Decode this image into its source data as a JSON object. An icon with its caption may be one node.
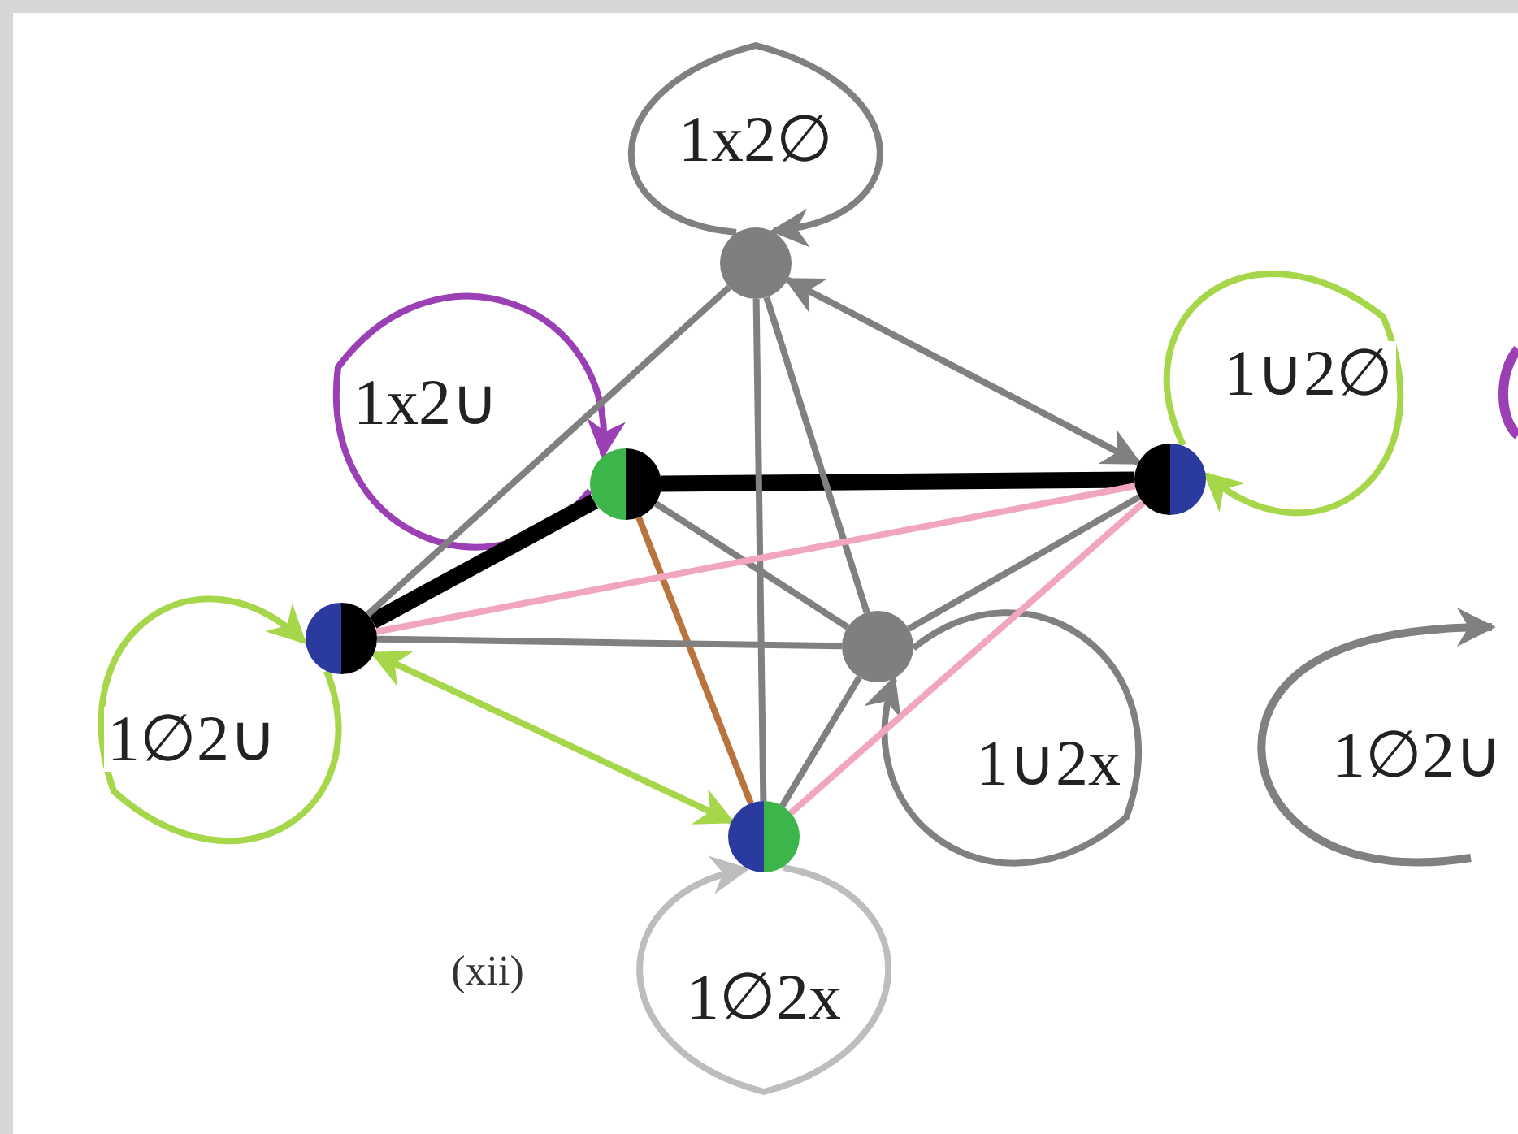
{
  "diagram": {
    "nodes": [
      {
        "text": [],
        "shape": "circle"
      },
      {
        "text": [],
        "shape": "circle"
      },
      {
        "text": [],
        "shape": "circle"
      },
      {
        "text": [],
        "shape": "circle"
      },
      {
        "text": [],
        "shape": "circle"
      },
      {
        "text": [],
        "shape": "circle"
      }
    ],
    "edges": [
      {
        "from": 0,
        "to": 0,
        "arrow": "to",
        "label": "1x2∅"
      },
      {
        "from": 1,
        "to": 1,
        "arrow": "to",
        "label": "1x2∪",
        "color": "#9b3fb5"
      },
      {
        "from": 2,
        "to": 2,
        "arrow": "to",
        "label": "1∪2∅",
        "color": "#a6d64a"
      },
      {
        "from": 3,
        "to": 3,
        "arrow": "to",
        "label": "1∅2∪",
        "color": "#a6d64a"
      },
      {
        "from": 4,
        "to": 4,
        "arrow": "to",
        "label": "1∪2x"
      },
      {
        "from": 5,
        "to": 5,
        "arrow": "to",
        "label": "1∅2x",
        "color": "#bdbdbd"
      },
      {
        "from": 0,
        "to": 2,
        "arrow": "both"
      },
      {
        "from": 1,
        "to": 2,
        "arrow": "none",
        "style": "thick",
        "color": "#000000"
      },
      {
        "from": 3,
        "to": 1,
        "arrow": "none",
        "style": "thick",
        "color": "#000000"
      },
      {
        "from": 0,
        "to": 3,
        "arrow": "none"
      },
      {
        "from": 0,
        "to": 5,
        "arrow": "none"
      },
      {
        "from": 0,
        "to": 4,
        "arrow": "none"
      },
      {
        "from": 1,
        "to": 4,
        "arrow": "none"
      },
      {
        "from": 1,
        "to": 5,
        "arrow": "none",
        "color": "#b8733f"
      },
      {
        "from": 3,
        "to": 2,
        "arrow": "none",
        "color": "#f2a6bd"
      },
      {
        "from": 5,
        "to": 2,
        "arrow": "none",
        "color": "#f2a6bd"
      },
      {
        "from": 2,
        "to": 4,
        "arrow": "none"
      },
      {
        "from": 3,
        "to": 4,
        "arrow": "none"
      },
      {
        "from": 3,
        "to": 5,
        "arrow": "both",
        "color": "#a6d64a"
      },
      {
        "from": 4,
        "to": 5,
        "arrow": "none"
      }
    ],
    "labels": [
      "(xii)",
      "1∅2∪"
    ]
  }
}
